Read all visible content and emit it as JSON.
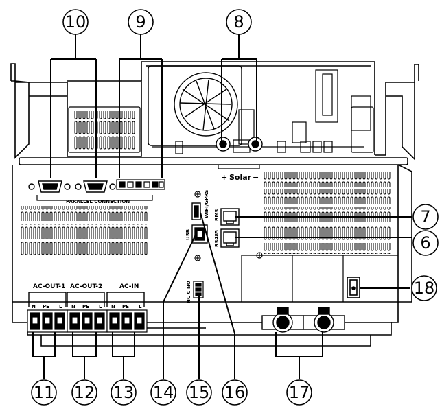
{
  "callouts": [
    "10",
    "9",
    "8",
    "7",
    "6",
    "18",
    "11",
    "12",
    "13",
    "14",
    "15",
    "16",
    "17"
  ],
  "labels": {
    "parallel": "PARALLEL CONNECTION",
    "solar_plus": "+",
    "solar": "Solar",
    "solar_minus": "−",
    "wifi": "WIFI/GPRS",
    "usb": "USB",
    "bms": "BMS",
    "rs485": "RS485",
    "ac_out_1": "AC-OUT-1",
    "ac_out_2": "AC-OUT-2",
    "ac_in": "AC-IN",
    "n": "N",
    "pe": "PE",
    "l": "L",
    "relay": "NC C NO"
  }
}
